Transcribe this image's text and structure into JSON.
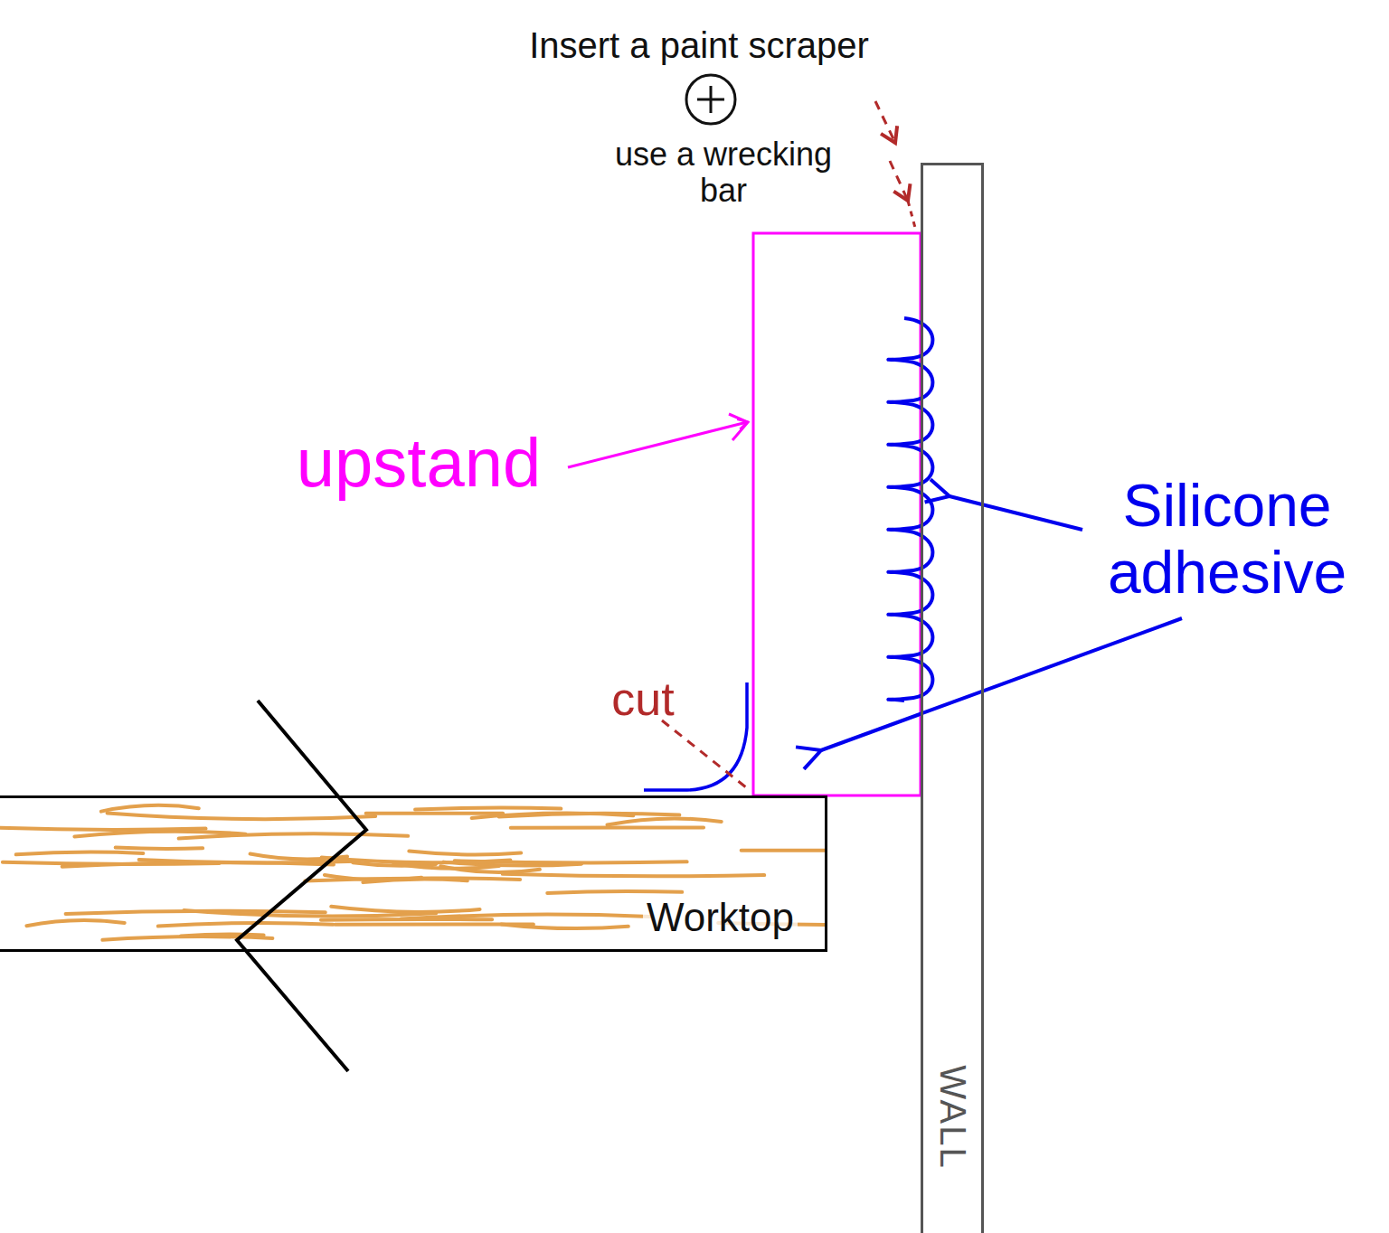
{
  "diagram": {
    "nodes": [
      {
        "text": [
          "Worktop"
        ]
      },
      {
        "text": [
          "WALL"
        ]
      }
    ],
    "labels": [
      "Insert a paint scraper",
      "use a wrecking bar",
      "upstand",
      "Silicone adhesive",
      "cut"
    ]
  }
}
